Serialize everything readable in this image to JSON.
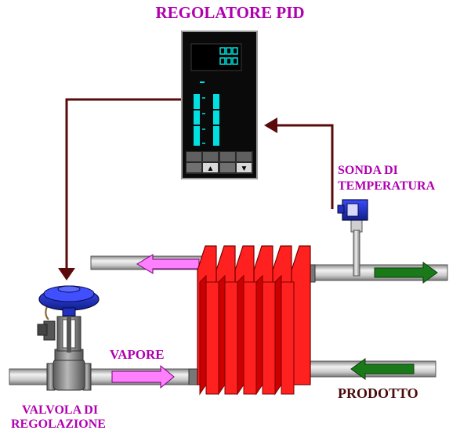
{
  "title": "REGOLATORE PID",
  "labels": {
    "sensor_line1": "SONDA DI",
    "sensor_line2": "TEMPERATURA",
    "steam": "VAPORE",
    "product": "PRODOTTO",
    "valve_line1": "VALVOLA DI",
    "valve_line2": "REGOLAZIONE"
  },
  "controller_keys": [
    "",
    "▲",
    "",
    "▼"
  ],
  "colors": {
    "label_magenta": "#b000b0",
    "label_dark": "#4a0a0a",
    "signal_line": "#5a0a0a",
    "steam_arrow": "#ff80ff",
    "product_arrow": "#1a7a1a",
    "exchanger": "#ff2020",
    "display": "#00e0e0",
    "valve_actuator": "#2030c0"
  },
  "icons": [
    "controller-icon",
    "heat-exchanger-icon",
    "control-valve-icon",
    "temperature-probe-icon"
  ]
}
